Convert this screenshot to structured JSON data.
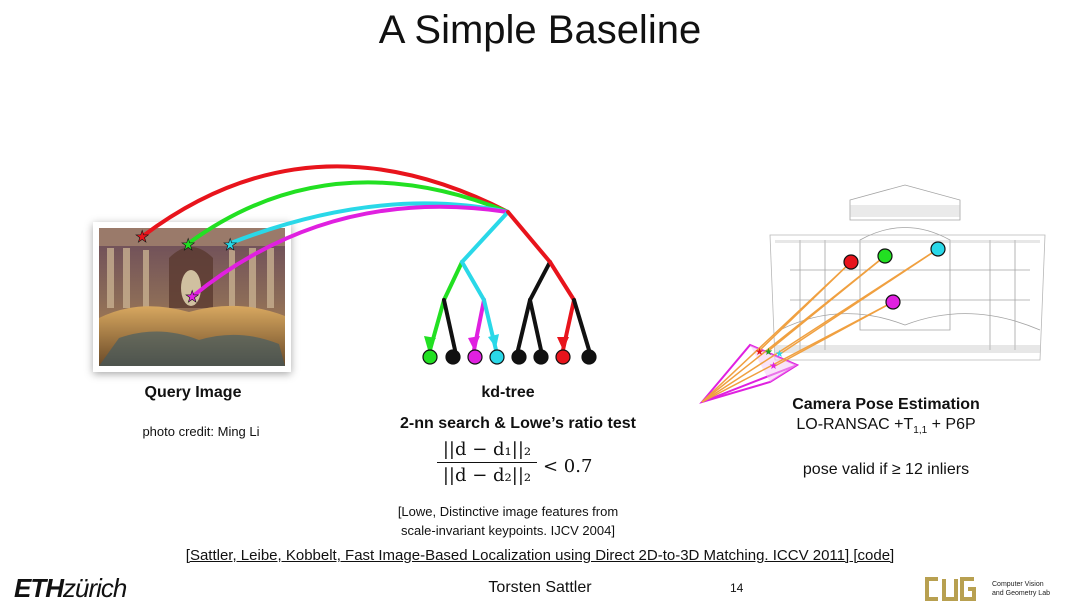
{
  "slide": {
    "title": "A Simple Baseline",
    "page_number": "14",
    "author": "Torsten Sattler"
  },
  "left": {
    "caption": "Query Image",
    "credit": "photo credit: Ming Li"
  },
  "middle": {
    "caption": "kd-tree",
    "subcaption": "2-nn search & Lowe’s ratio test",
    "formula": {
      "numerator": "||d − d₁||₂",
      "denominator": "||d − d₂||₂",
      "comparison": "< 0.7"
    },
    "citation_line1": "[Lowe, Distinctive image features from",
    "citation_line2": "scale-invariant keypoints. IJCV 2004]"
  },
  "right": {
    "caption": "Camera Pose Estimation",
    "method": "LO-RANSAC +T",
    "method_sub": "1,1",
    "method_suffix": " + P6P",
    "criterion": "pose valid if ≥ 12 inliers"
  },
  "reference": "[Sattler, Leibe, Kobbelt, Fast Image-Based Localization using Direct 2D-to-3D Matching. ICCV 2011] [code]",
  "logos": {
    "eth_bold": "ETH",
    "eth_rest": "zürich",
    "lab_line1": "Computer Vision",
    "lab_line2": "and Geometry Lab"
  },
  "colors": {
    "red": "#e8141c",
    "green": "#22e022",
    "magenta": "#e020e0",
    "cyan": "#2ad8e8",
    "orange": "#f0a040"
  }
}
